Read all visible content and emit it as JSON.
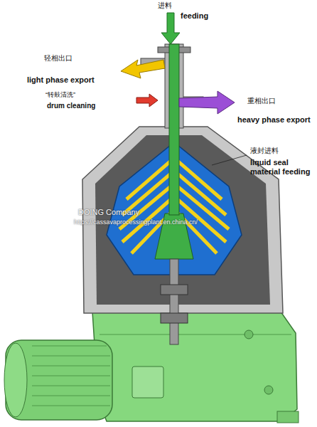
{
  "diagram": {
    "labels": [
      "进料",
      "feeding",
      "轻相出口",
      "light phase export",
      "“转鼓清洗”",
      "drum cleaning",
      "重相出口",
      "heavy phase export",
      "液封进料",
      "liquid seal material feeding",
      "DOING Company",
      "https://cassavaprocessingplant.en.china.cn/"
    ]
  }
}
